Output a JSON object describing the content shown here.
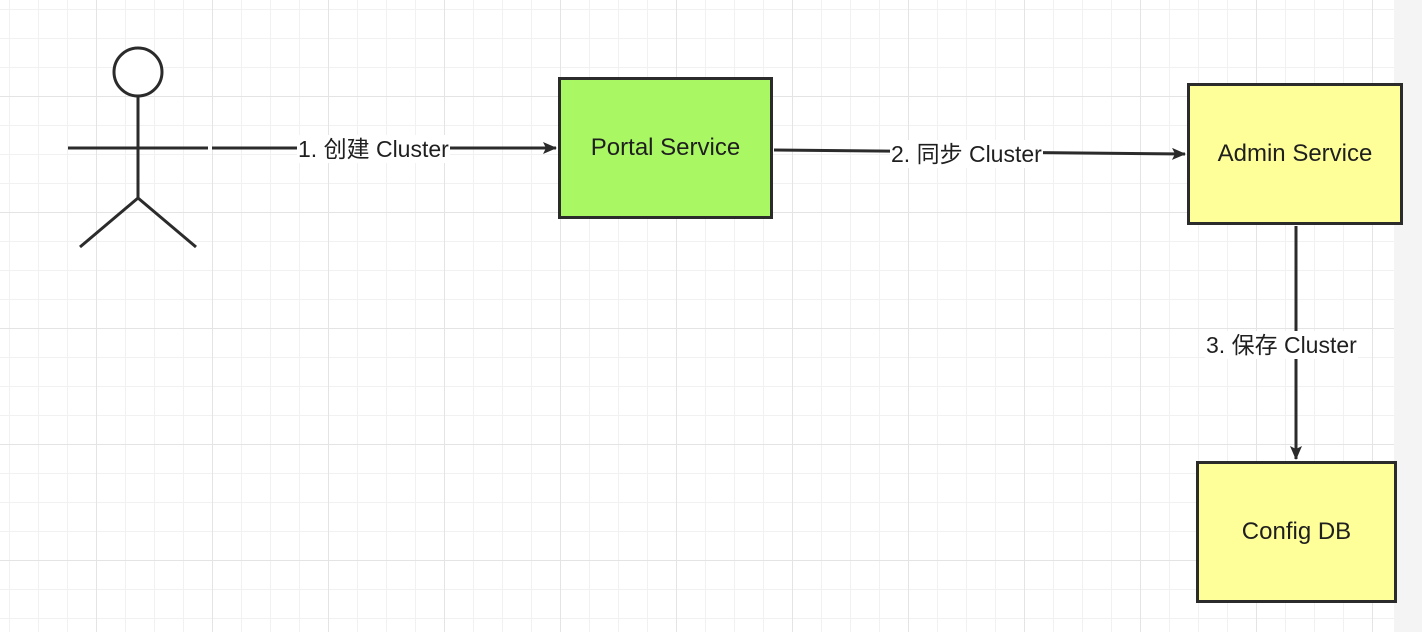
{
  "nodes": {
    "user": {
      "icon": "actor-icon"
    },
    "portal": {
      "label": "Portal Service",
      "fill": "#a8f763"
    },
    "admin": {
      "label": "Admin Service",
      "fill": "#ffff99"
    },
    "db": {
      "label": "Config DB",
      "fill": "#ffff99"
    }
  },
  "edges": [
    {
      "from": "user",
      "to": "portal",
      "label": "1. 创建 Cluster"
    },
    {
      "from": "portal",
      "to": "admin",
      "label": "2. 同步 Cluster"
    },
    {
      "from": "admin",
      "to": "db",
      "label": "3. 保存 Cluster"
    }
  ],
  "colors": {
    "stroke": "#2b2b2b",
    "grid": "#e4e4e4"
  }
}
